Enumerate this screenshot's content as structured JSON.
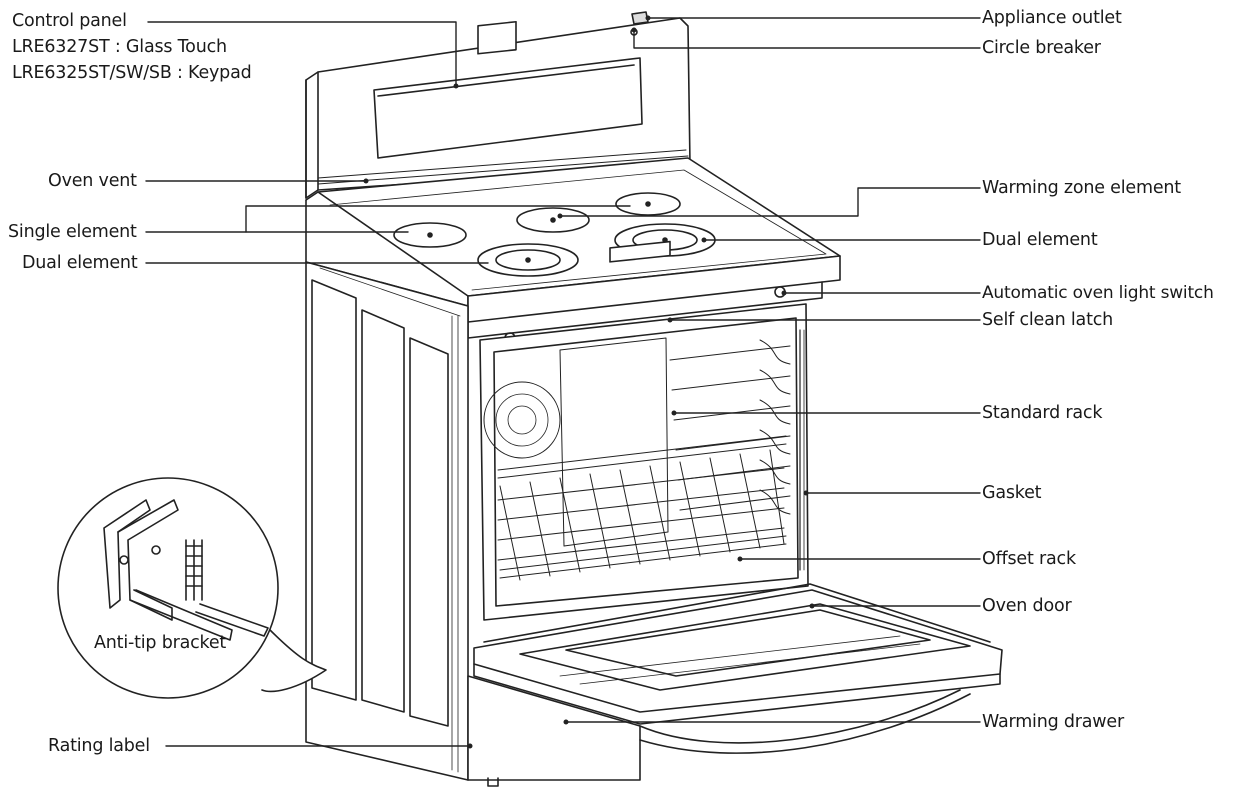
{
  "labels": {
    "control_panel": "Control panel",
    "control_panel_model_1": "LRE6327ST : Glass Touch",
    "control_panel_model_2": "LRE6325ST/SW/SB : Keypad",
    "oven_vent": "Oven vent",
    "single_element": "Single element",
    "dual_element_left": "Dual element",
    "appliance_outlet": "Appliance outlet",
    "circle_breaker": "Circle breaker",
    "warming_zone_element": "Warming zone element",
    "dual_element_right": "Dual element",
    "automatic_oven_light_switch": "Automatic oven light switch",
    "self_clean_latch": "Self clean latch",
    "standard_rack": "Standard rack",
    "gasket": "Gasket",
    "offset_rack": "Offset rack",
    "oven_door": "Oven door",
    "warming_drawer": "Warming drawer",
    "rating_label": "Rating label",
    "anti_tip_bracket": "Anti-tip bracket"
  }
}
